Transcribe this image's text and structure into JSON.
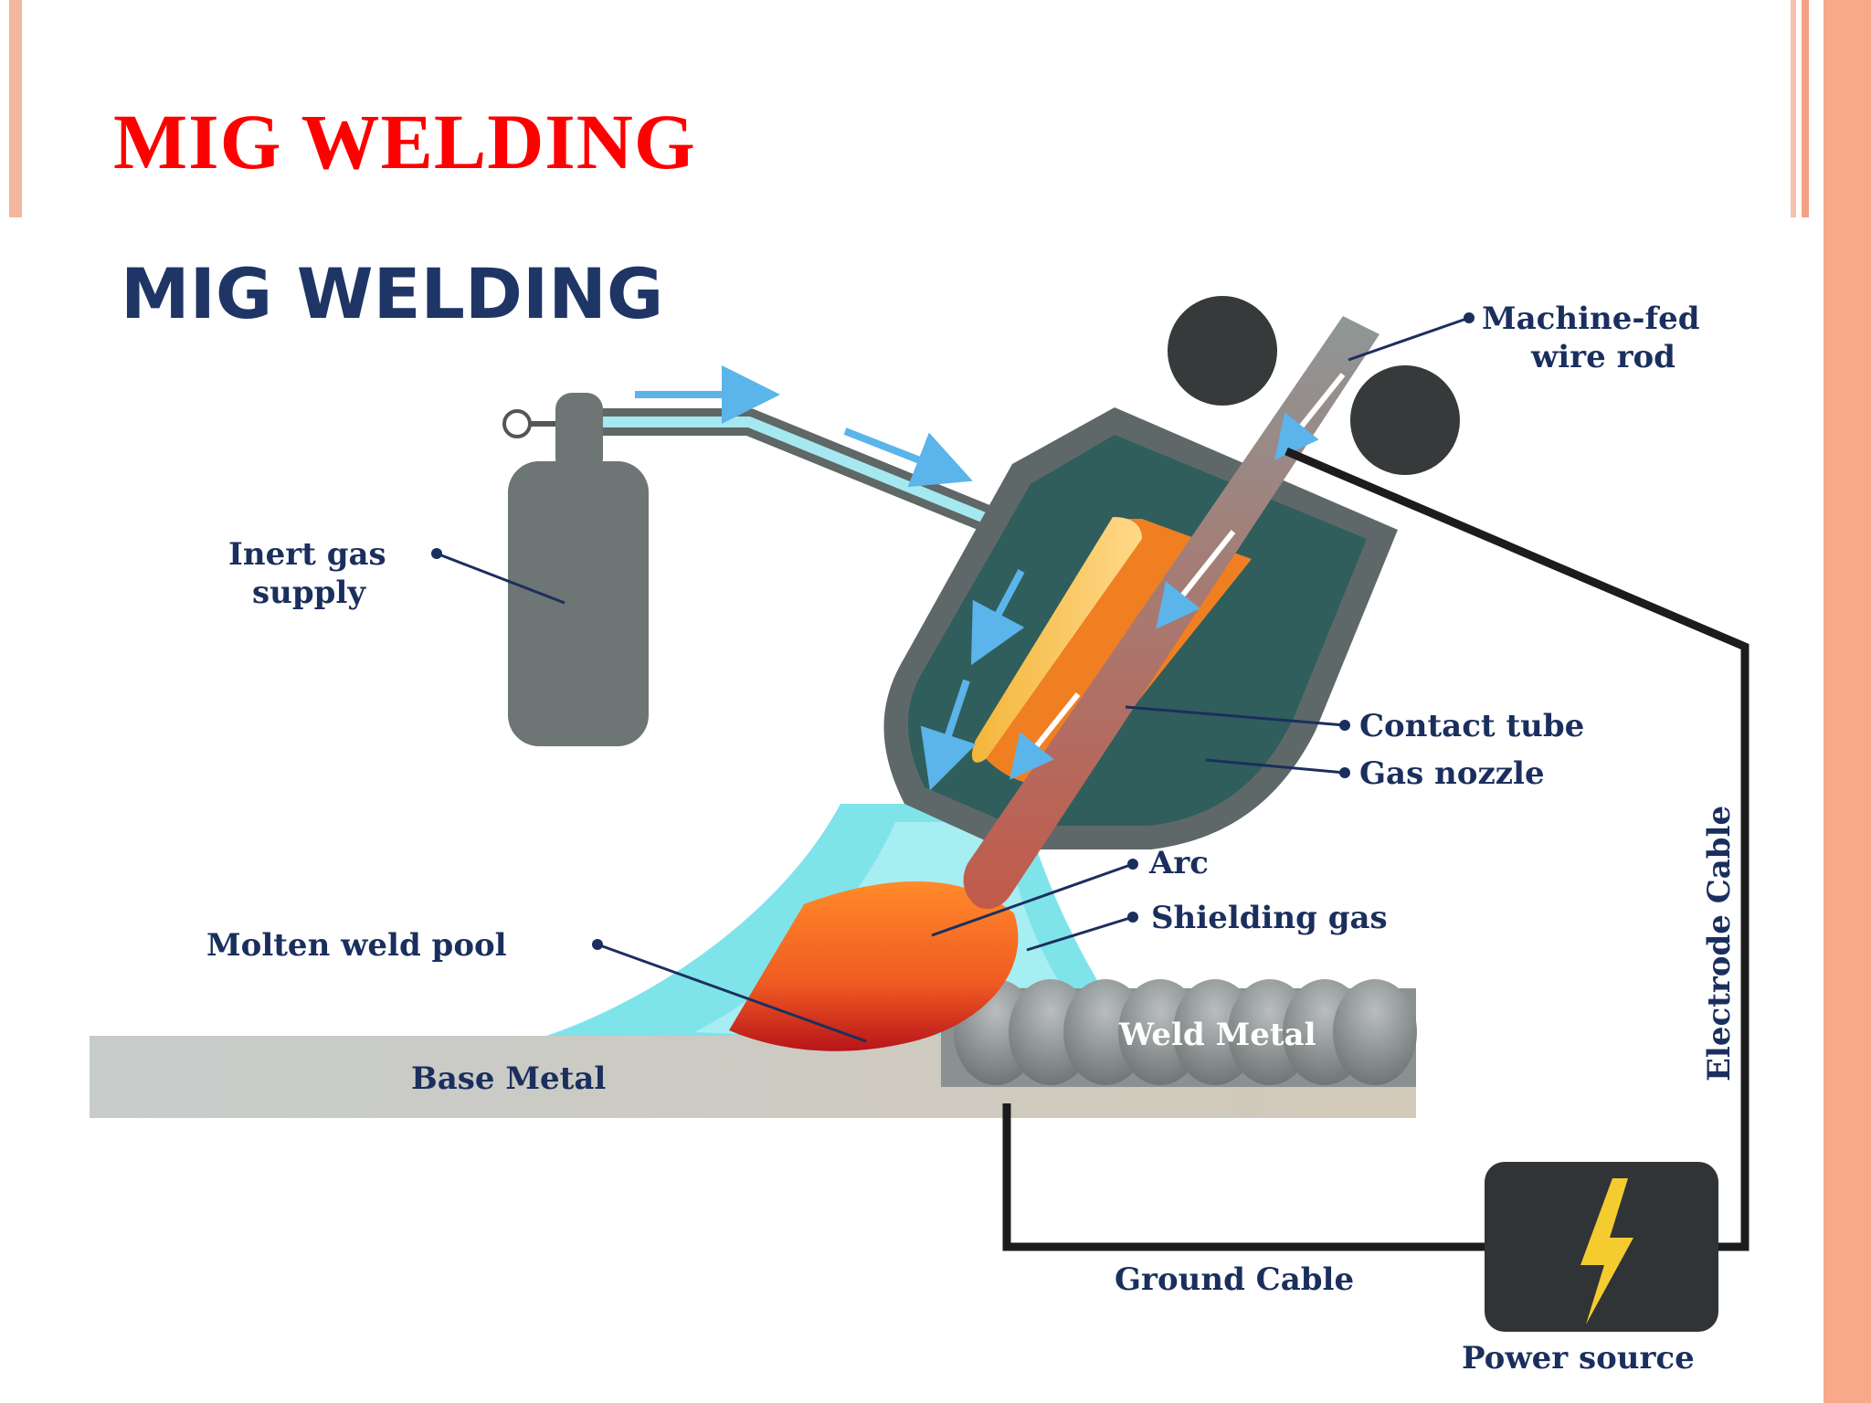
{
  "slide": {
    "title": "MIG WELDING",
    "colors": {
      "title": "#ff0000",
      "border": "#f4b6a0",
      "label": "#1b2f5e"
    }
  },
  "diagram": {
    "title": "MIG WELDING",
    "labels": {
      "wire_rod_line1": "Machine-fed",
      "wire_rod_line2": "wire rod",
      "gas_supply_line1": "Inert gas",
      "gas_supply_line2": "supply",
      "contact_tube": "Contact tube",
      "gas_nozzle": "Gas nozzle",
      "arc": "Arc",
      "shielding_gas": "Shielding gas",
      "weld_pool": "Molten weld pool",
      "weld_metal": "Weld Metal",
      "base_metal": "Base Metal",
      "electrode_cable": "Electrode Cable",
      "ground_cable": "Ground Cable",
      "power_source": "Power source"
    },
    "icons": [
      "gas-cylinder-icon",
      "pressure-gauge-icon",
      "feed-roller-icon",
      "lightning-bolt-icon",
      "flow-arrow-icon"
    ]
  }
}
